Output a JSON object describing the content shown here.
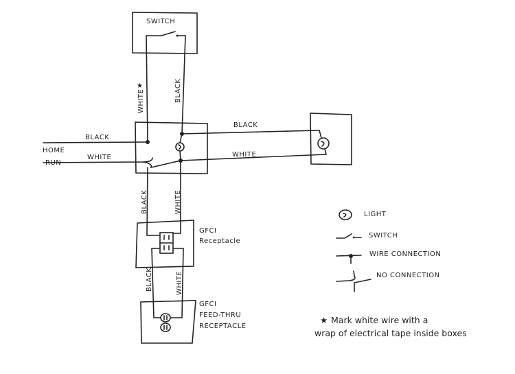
{
  "diagram": {
    "switch_box": {
      "label": "SWITCH"
    },
    "switch_leg_labels": {
      "white": "WHITE",
      "black": "BLACK",
      "marker": "★"
    },
    "home_run": {
      "label_line1": "HOME",
      "label_line2": "RUN",
      "black": "BLACK",
      "white": "WHITE"
    },
    "light_run": {
      "black": "BLACK",
      "white": "WHITE"
    },
    "to_gfci": {
      "black": "BLACK",
      "white": "WHITE"
    },
    "gfci": {
      "label_line1": "GFCI",
      "label_line2": "Receptacle"
    },
    "to_feedthru": {
      "black": "BLACK",
      "white": "WHITE"
    },
    "feedthru": {
      "label_line1": "GFCI",
      "label_line2": "FEED-THRU",
      "label_line3": "RECEPTACLE"
    }
  },
  "legend": {
    "items": [
      {
        "symbol": "light-symbol",
        "label": "LIGHT"
      },
      {
        "symbol": "switch-symbol",
        "label": "SWITCH"
      },
      {
        "symbol": "wire-connection-symbol",
        "label": "WIRE CONNECTION"
      },
      {
        "symbol": "no-connection-symbol",
        "label": "NO CONNECTION"
      }
    ]
  },
  "note": {
    "marker": "★",
    "line1": "Mark white wire with a",
    "line2": "wrap of electrical tape inside boxes"
  }
}
